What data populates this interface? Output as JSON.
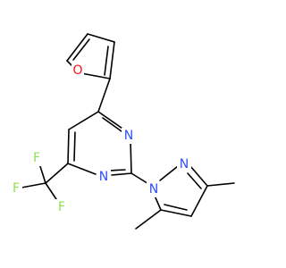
{
  "molecule": {
    "atoms": {
      "o_furan": {
        "symbol": "O",
        "color": "#ff0d0d"
      },
      "n3_pyrimidine": {
        "symbol": "N",
        "color": "#3050f8"
      },
      "n1_pyrimidine": {
        "symbol": "N",
        "color": "#3050f8"
      },
      "n2_pyrazole": {
        "symbol": "N",
        "color": "#3050f8"
      },
      "n1_pyrazole": {
        "symbol": "N",
        "color": "#3050f8"
      },
      "f_top": {
        "symbol": "F",
        "color": "#90e050"
      },
      "f_left": {
        "symbol": "F",
        "color": "#90e050"
      },
      "f_bottom": {
        "symbol": "F",
        "color": "#90e050"
      }
    }
  }
}
